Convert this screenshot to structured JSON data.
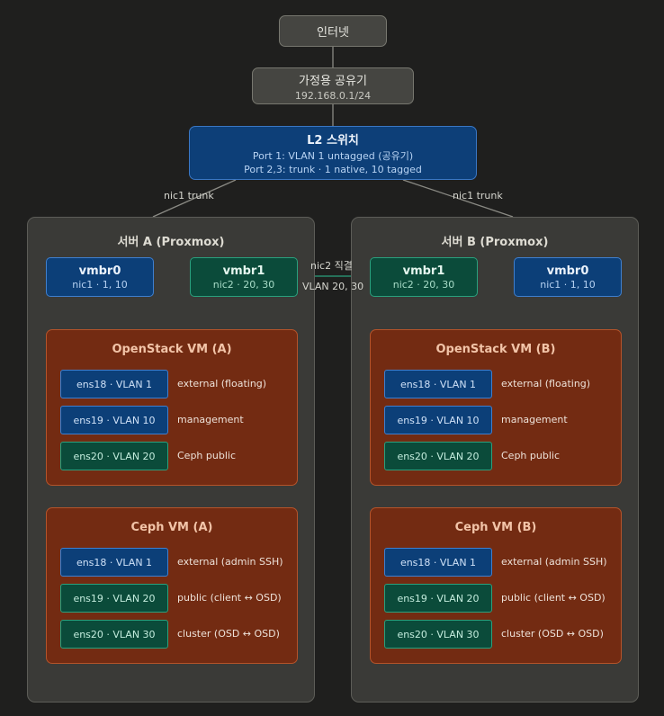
{
  "internet": {
    "label": "인터넷"
  },
  "router": {
    "label": "가정용 공유기",
    "subnet": "192.168.0.1/24"
  },
  "switch": {
    "label": "L2 스위치",
    "port1": "Port 1: VLAN 1 untagged (공유기)",
    "port23": "Port 2,3: trunk · 1 native, 10 tagged"
  },
  "edges": {
    "left_trunk": "nic1 trunk",
    "right_trunk": "nic1 trunk",
    "direct_top": "nic2 직결",
    "direct_bottom": "VLAN 20, 30"
  },
  "server_a": {
    "title": "서버 A (Proxmox)",
    "vmbr0": {
      "name": "vmbr0",
      "info": "nic1 · 1, 10"
    },
    "vmbr1": {
      "name": "vmbr1",
      "info": "nic2 · 20, 30"
    },
    "openstack": {
      "title": "OpenStack VM (A)",
      "ifaces": [
        {
          "iface": "ens18 · VLAN 1",
          "role": "external (floating)"
        },
        {
          "iface": "ens19 · VLAN 10",
          "role": "management"
        },
        {
          "iface": "ens20 · VLAN 20",
          "role": "Ceph public"
        }
      ]
    },
    "ceph": {
      "title": "Ceph VM (A)",
      "ifaces": [
        {
          "iface": "ens18 · VLAN 1",
          "role": "external (admin SSH)"
        },
        {
          "iface": "ens19 · VLAN 20",
          "role": "public (client ↔ OSD)"
        },
        {
          "iface": "ens20 · VLAN 30",
          "role": "cluster (OSD ↔ OSD)"
        }
      ]
    }
  },
  "server_b": {
    "title": "서버 B (Proxmox)",
    "vmbr0": {
      "name": "vmbr0",
      "info": "nic1 · 1, 10"
    },
    "vmbr1": {
      "name": "vmbr1",
      "info": "nic2 · 20, 30"
    },
    "openstack": {
      "title": "OpenStack VM (B)",
      "ifaces": [
        {
          "iface": "ens18 · VLAN 1",
          "role": "external (floating)"
        },
        {
          "iface": "ens19 · VLAN 10",
          "role": "management"
        },
        {
          "iface": "ens20 · VLAN 20",
          "role": "Ceph public"
        }
      ]
    },
    "ceph": {
      "title": "Ceph VM (B)",
      "ifaces": [
        {
          "iface": "ens18 · VLAN 1",
          "role": "external (admin SSH)"
        },
        {
          "iface": "ens19 · VLAN 20",
          "role": "public (client ↔ OSD)"
        },
        {
          "iface": "ens20 · VLAN 30",
          "role": "cluster (OSD ↔ OSD)"
        }
      ]
    }
  },
  "colors": {
    "vlan1_10": "#0c3f78",
    "vlan20_30": "#0b4b3a",
    "vm": "#732b12",
    "server": "#3a3a37"
  }
}
